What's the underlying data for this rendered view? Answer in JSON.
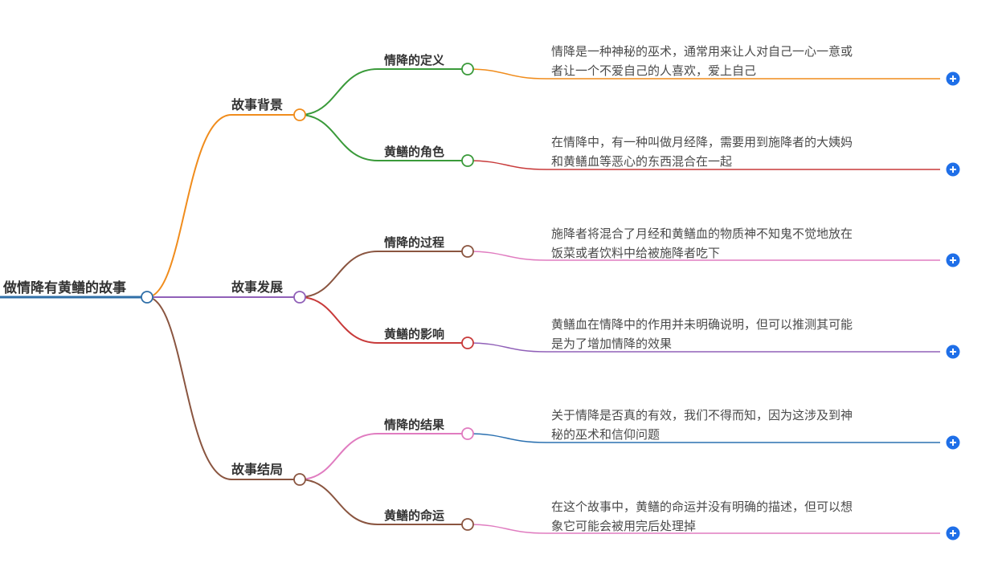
{
  "root": {
    "label": "做情降有黄鳝的故事"
  },
  "branches": [
    {
      "label": "故事背景",
      "children": [
        {
          "label": "情降的定义",
          "text": [
            "情降是一种神秘的巫术，通常用来让人对自己一心一意或",
            "者让一个不爱自己的人喜欢，爱上自己"
          ]
        },
        {
          "label": "黄鳝的角色",
          "text": [
            "在情降中，有一种叫做月经降，需要用到施降者的大姨妈",
            "和黄鳝血等恶心的东西混合在一起"
          ]
        }
      ]
    },
    {
      "label": "故事发展",
      "children": [
        {
          "label": "情降的过程",
          "text": [
            "施降者将混合了月经和黄鳝血的物质神不知鬼不觉地放在",
            "饭菜或者饮料中给被施降者吃下"
          ]
        },
        {
          "label": "黄鳝的影响",
          "text": [
            "黄鳝血在情降中的作用并未明确说明，但可以推测其可能",
            "是为了增加情降的效果"
          ]
        }
      ]
    },
    {
      "label": "故事结局",
      "children": [
        {
          "label": "情降的结果",
          "text": [
            "关于情降是否真的有效，我们不得而知，因为这涉及到神",
            "秘的巫术和信仰问题"
          ]
        },
        {
          "label": "黄鳝的命运",
          "text": [
            "在这个故事中，黄鳝的命运并没有明确的描述，但可以想",
            "象它可能会被用完后处理掉"
          ]
        }
      ]
    }
  ],
  "colors": {
    "root_line": "#2f6fa8",
    "orange": "#f08c1c",
    "purple": "#9060b8",
    "brown": "#8a5540",
    "green": "#3a9a3a",
    "red": "#c83a3a",
    "pink": "#e07cc0",
    "blue": "#2a70b0",
    "expand": "#1f6fe8"
  },
  "icons": {
    "expand": "plus-circle-icon"
  }
}
